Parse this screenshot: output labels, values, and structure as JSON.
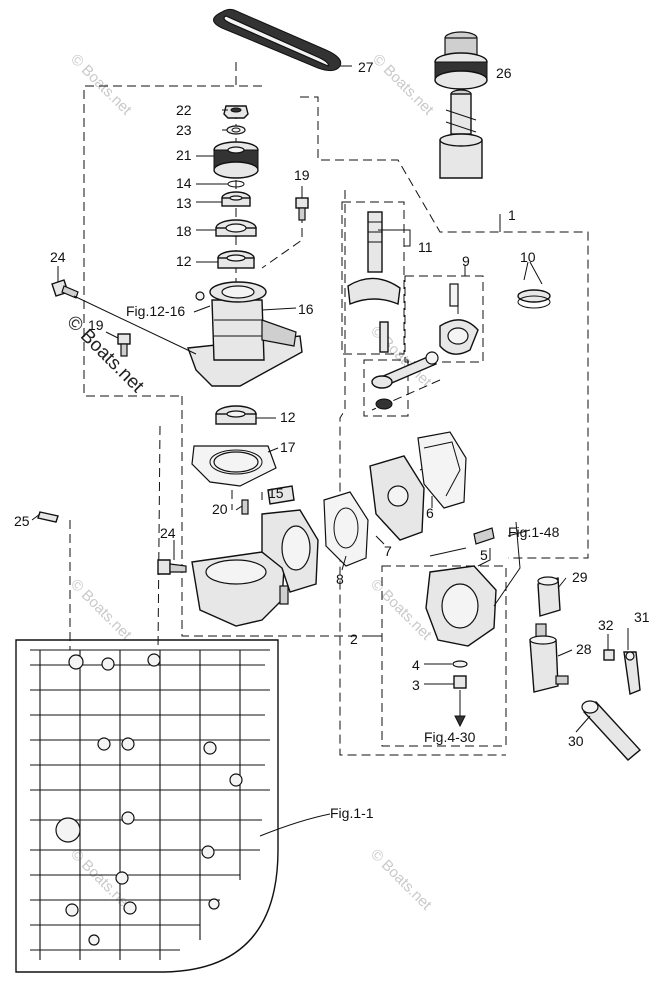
{
  "callouts": {
    "c1": "1",
    "c2": "2",
    "c3": "3",
    "c4": "4",
    "c5": "5",
    "c6": "6",
    "c7": "7",
    "c8": "8",
    "c9": "9",
    "c10": "10",
    "c11": "11",
    "c12a": "12",
    "c12b": "12",
    "c13": "13",
    "c14": "14",
    "c15": "15",
    "c16": "16",
    "c17": "17",
    "c18": "18",
    "c19a": "19",
    "c19b": "19",
    "c20": "20",
    "c21": "21",
    "c22": "22",
    "c23": "23",
    "c24a": "24",
    "c24b": "24",
    "c25": "25",
    "c26": "26",
    "c27": "27",
    "c28": "28",
    "c29": "29",
    "c30": "30",
    "c31": "31",
    "c32": "32"
  },
  "figure_refs": {
    "fig_12_16": "Fig.12-16",
    "fig_1_48": "Fig.1-48",
    "fig_4_30": "Fig.4-30",
    "fig_1_1": "Fig.1-1"
  },
  "watermark": {
    "text": "© Boats.net"
  },
  "colors": {
    "line": "#111111",
    "part_fill": "#e7e7e7",
    "watermark": "#c9c9c9"
  }
}
